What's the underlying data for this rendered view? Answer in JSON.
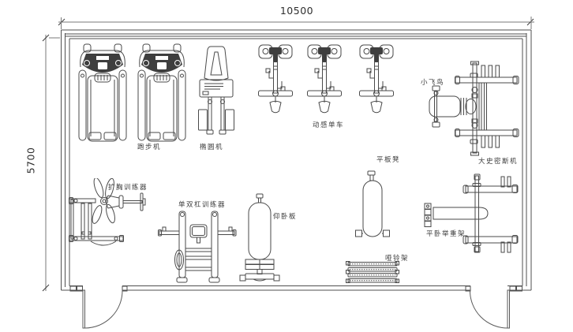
{
  "plan": {
    "type": "gym-equipment-floor-plan",
    "ink_color": "#4a4a4a",
    "wall_color": "#4f4f4f",
    "background": "#ffffff"
  },
  "dims": {
    "width": "10500",
    "height": "5700"
  },
  "labels": {
    "treadmill": "跑步机",
    "elliptical": "椭圆机",
    "spin_bike": "动感单车",
    "fly_bird": "小飞鸟",
    "smith_machine": "大史密斯机",
    "flat_bench": "平板凳",
    "chest_expander": "扩胸训练器",
    "dip_station": "单双杠训练器",
    "situp_board": "仰卧板",
    "bench_press_rack": "平卧举重架",
    "dumbbell_rack": "哑铃架"
  }
}
